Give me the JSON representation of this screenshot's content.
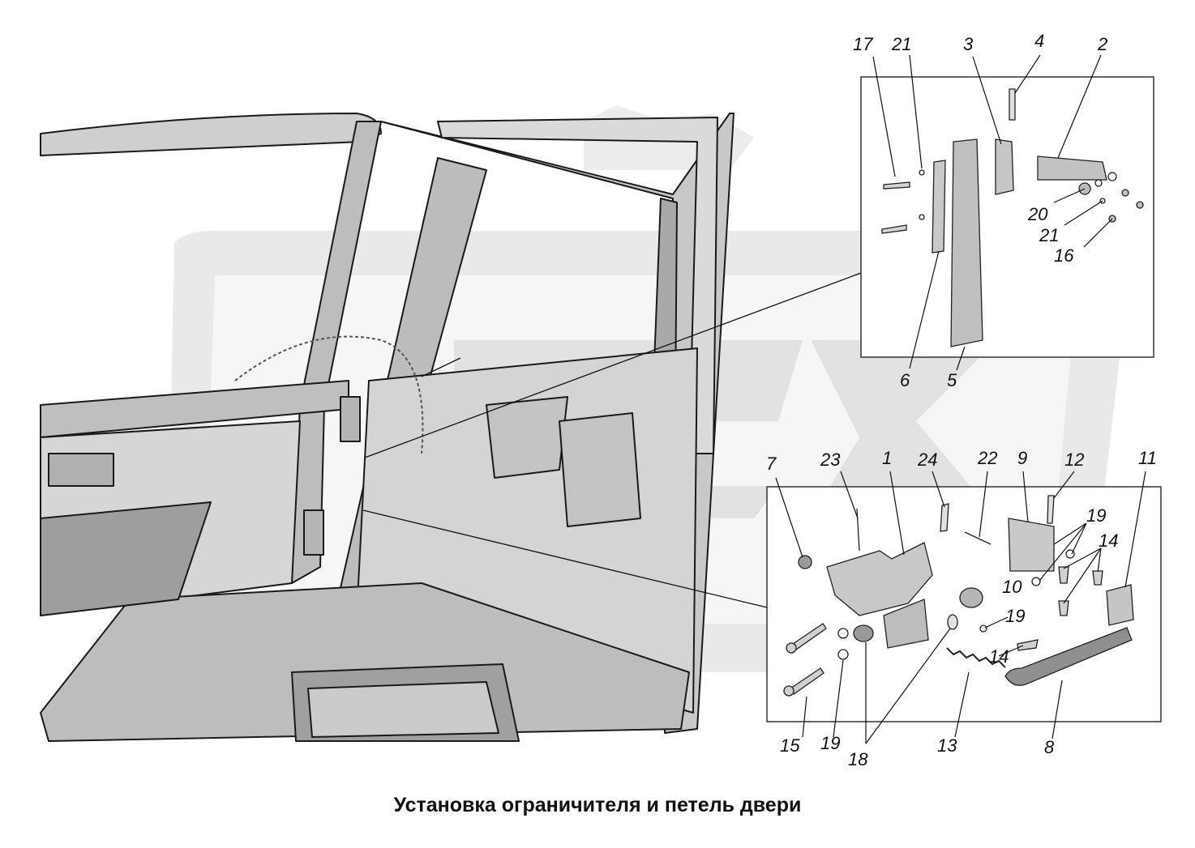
{
  "caption": "Установка ограничителя и петель двери",
  "colors": {
    "outline": "#111111",
    "panel": "#d8d8d8",
    "panel_dark": "#9a9a9a",
    "watermark": "#e6e6e6",
    "box_border": "#333333"
  },
  "callouts": {
    "c1": "1",
    "c2": "2",
    "c3": "3",
    "c4": "4",
    "c5": "5",
    "c6": "6",
    "c7": "7",
    "c8": "8",
    "c9": "9",
    "c10": "10",
    "c11": "11",
    "c12": "12",
    "c13": "13",
    "c14a": "14",
    "c14b": "14",
    "c15": "15",
    "c16": "16",
    "c17": "17",
    "c18": "18",
    "c19a": "19",
    "c19b": "19",
    "c19c": "19",
    "c20": "20",
    "c21a": "21",
    "c21b": "21",
    "c22": "22",
    "c23": "23",
    "c24": "24"
  }
}
